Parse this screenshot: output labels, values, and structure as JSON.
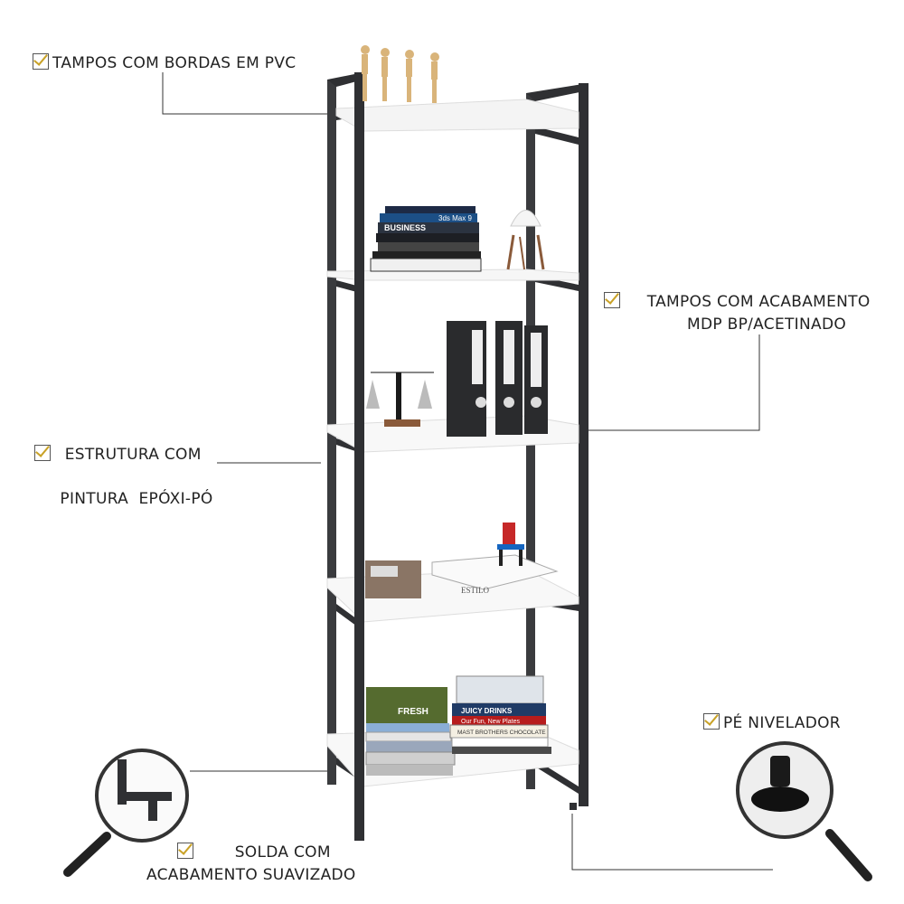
{
  "callouts": {
    "pvc": "TAMPOS COM BORDAS EM PVC",
    "mdp_line1": "TAMPOS COM ACABAMENTO",
    "mdp_line2": "MDP BP/ACETINADO",
    "estrutura_line1": "ESTRUTURA COM",
    "estrutura_line2": "PINTURA  EPÓXI-PÓ",
    "pe": "PÉ NIVELADOR",
    "solda_line1": "SOLDA COM",
    "solda_line2": "ACABAMENTO SUAVIZADO"
  },
  "book_texts": {
    "book1": "3ds Max 9",
    "book2": "BUSINESS",
    "book3": "ESTILO",
    "book4": "FRESH",
    "book5": "JUICY DRINKS",
    "book6": "Our Fun, New Plates",
    "book7": "MAST BROTHERS CHOCOLATE"
  },
  "colors": {
    "frame": "#2f3033",
    "shelf": "#ffffff",
    "check": "#c9a227"
  }
}
